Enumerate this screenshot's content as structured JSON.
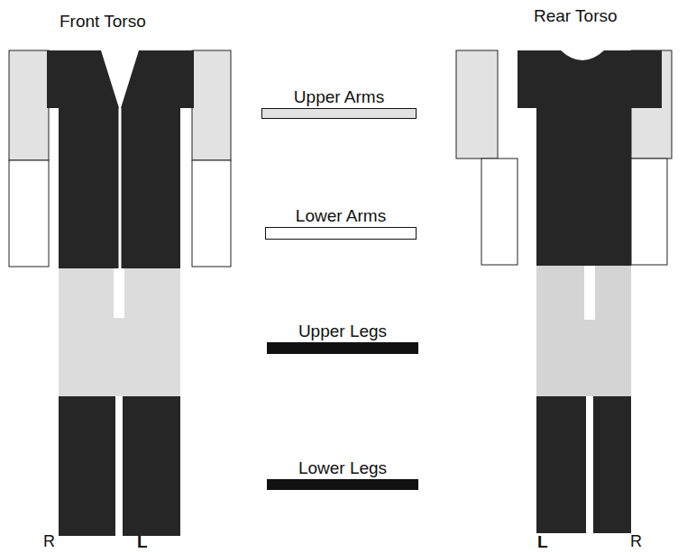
{
  "diagram": {
    "labels": [
      "Front Torso",
      "Rear Torso",
      "R",
      "L",
      "L",
      "R"
    ],
    "legend": [
      {
        "text": "Upper Arms",
        "color": "#e2e2e2"
      },
      {
        "text": "Lower Arms",
        "color": "#ffffff"
      },
      {
        "text": "Upper Legs",
        "color": "#111111"
      },
      {
        "text": "Lower Legs",
        "color": "#111111"
      }
    ]
  }
}
